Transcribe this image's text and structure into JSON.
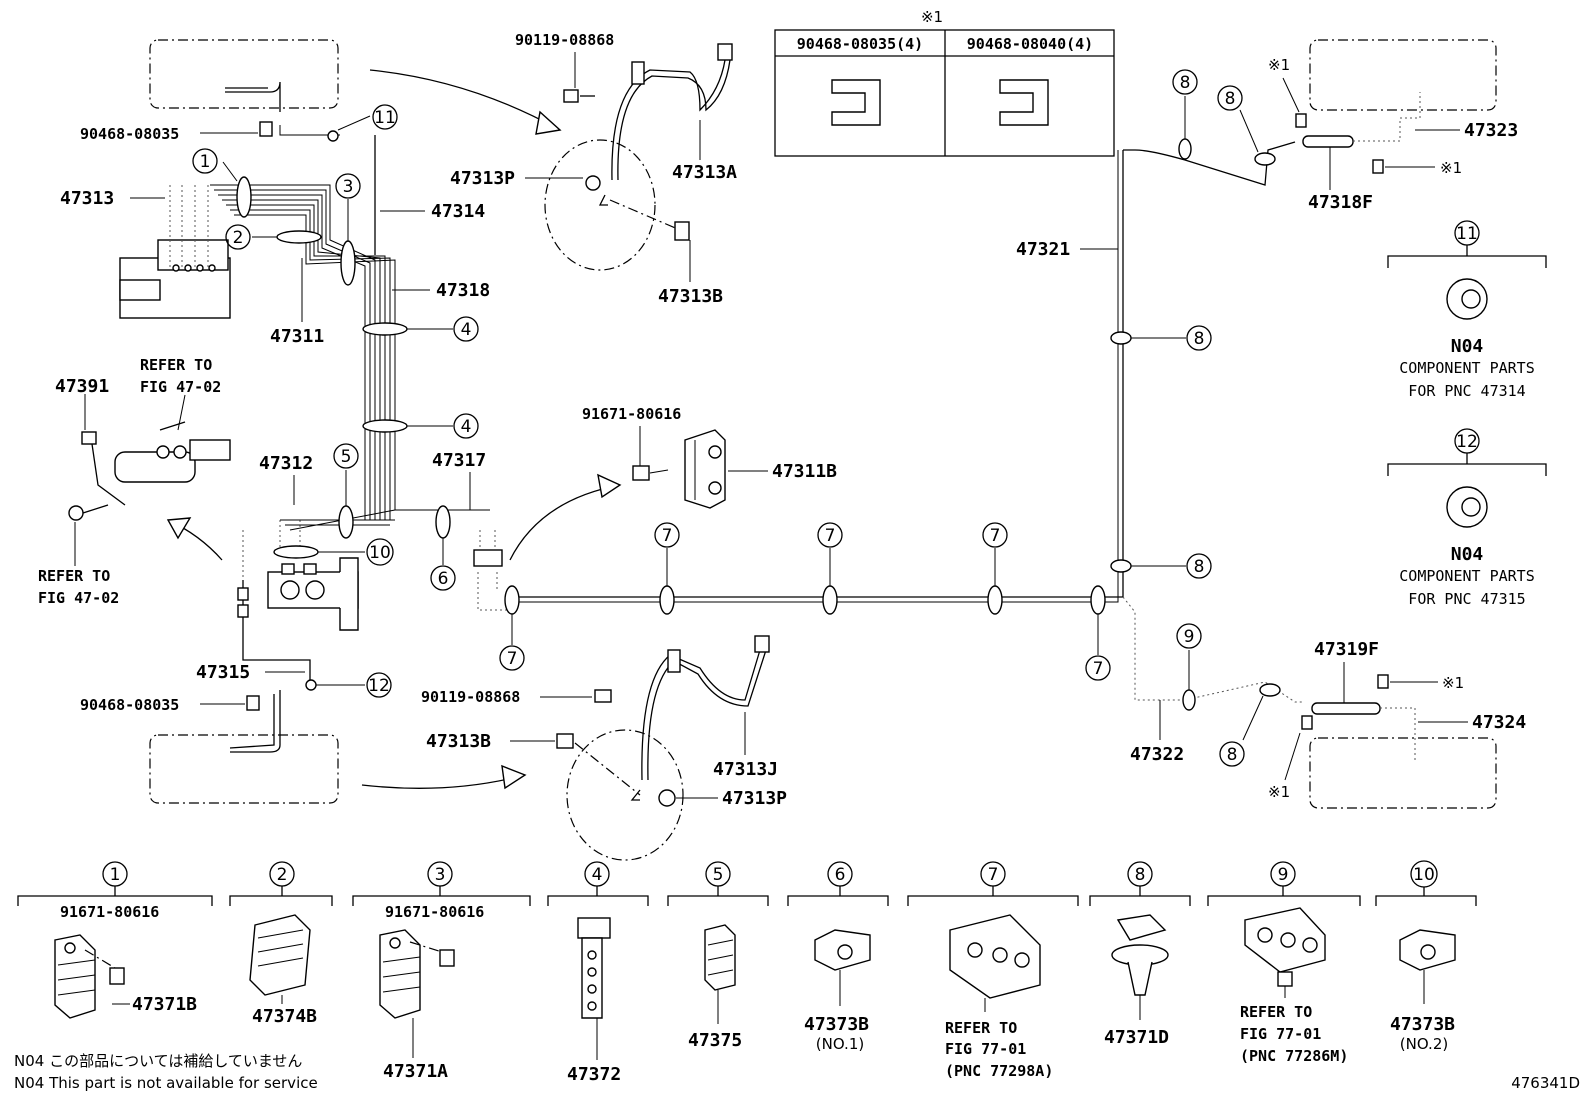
{
  "diagram_id": "476341D",
  "star_mark": "※1",
  "table": {
    "col1": "90468-08035(4)",
    "col2": "90468-08040(4)"
  },
  "labels": {
    "p90119_top": "90119-08868",
    "p90468_top": "90468-08035",
    "p47313": "47313",
    "p47314": "47314",
    "p47318": "47318",
    "p47311": "47311",
    "p47313P_top": "47313P",
    "p47313A": "47313A",
    "p47313B_top": "47313B",
    "p47391": "47391",
    "refer_to_1": "REFER TO",
    "fig_1": "FIG 47-02",
    "refer_to_2": "REFER TO",
    "fig_2": "FIG 47-02",
    "p47312": "47312",
    "p47317": "47317",
    "p91671_mid": "91671-80616",
    "p47311B": "47311B",
    "p47315": "47315",
    "p90468_bot": "90468-08035",
    "p90119_bot": "90119-08868",
    "p47313B_bot": "47313B",
    "p47313J": "47313J",
    "p47313P_bot": "47313P",
    "p47321": "47321",
    "p47322": "47322",
    "p47323": "47323",
    "p47318F": "47318F",
    "p47319F": "47319F",
    "p47324": "47324",
    "n04_a": "N04",
    "comp_a1": "COMPONENT PARTS",
    "comp_a2": "FOR PNC 47314",
    "n04_b": "N04",
    "comp_b1": "COMPONENT PARTS",
    "comp_b2": "FOR PNC 47315"
  },
  "callouts": [
    "1",
    "2",
    "3",
    "4",
    "5",
    "6",
    "7",
    "8",
    "9",
    "10",
    "11",
    "12"
  ],
  "bottom_parts": {
    "c1_bolt": "91671-80616",
    "c1_part": "47371B",
    "c2_part": "47374B",
    "c3_bolt": "91671-80616",
    "c3_part": "47371A",
    "c4_part": "47372",
    "c5_part": "47375",
    "c6_part": "47373B",
    "c6_sub": "(NO.1)",
    "c7_refer": "REFER TO",
    "c7_fig": "FIG 77-01",
    "c7_pnc": "(PNC 77298A)",
    "c8_part": "47371D",
    "c9_refer": "REFER TO",
    "c9_fig": "FIG 77-01",
    "c9_pnc": "(PNC 77286M)",
    "c10_part": "47373B",
    "c10_sub": "(NO.2)"
  },
  "footnote_jp": "N04 この部品については補給していません",
  "footnote_en": "N04 This part is not available for service"
}
